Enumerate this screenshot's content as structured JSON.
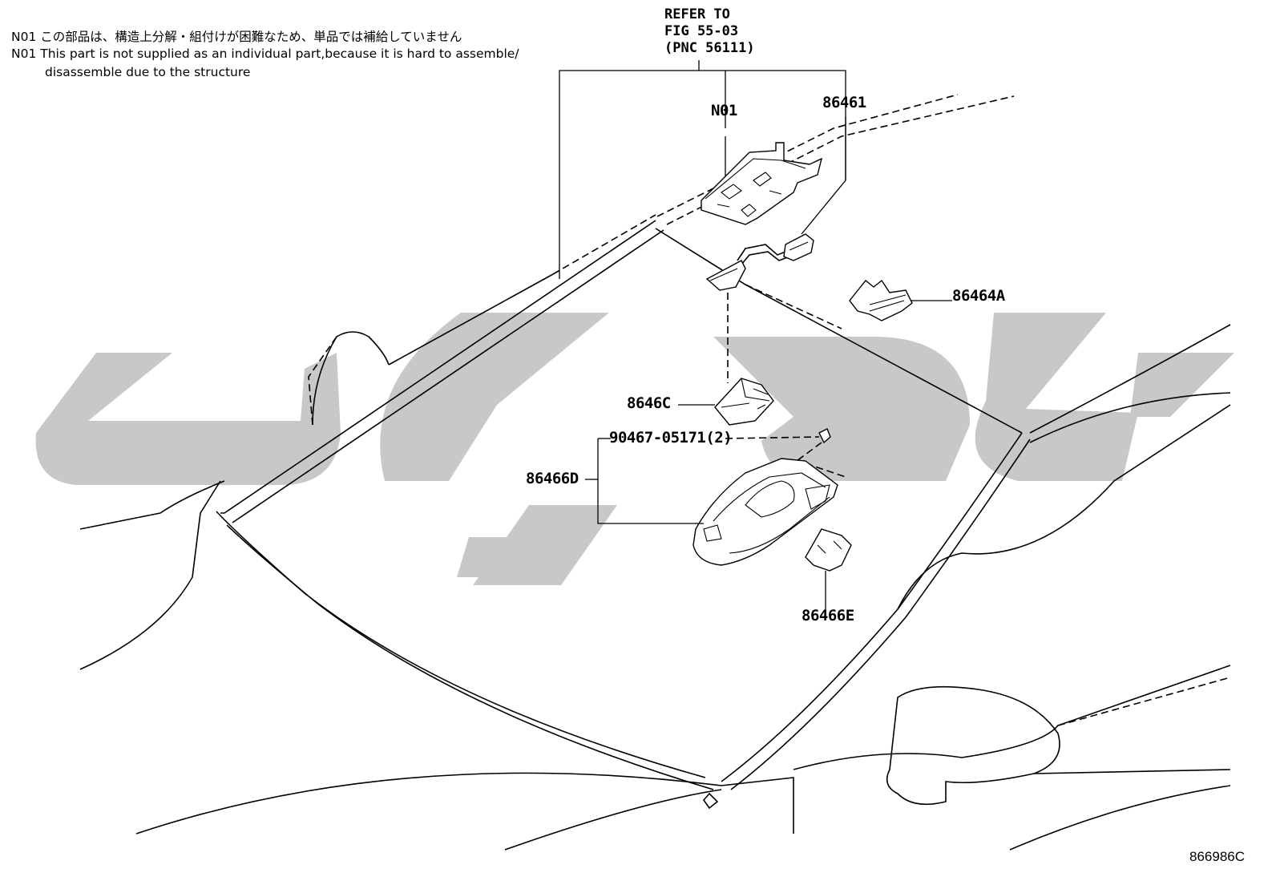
{
  "notes": {
    "jp": "N01 この部品は、構造上分解・組付けが困難なため、単品では補給していません",
    "en_line1": "N01 This part is not supplied as an individual part,because it is hard to assemble/",
    "en_line2": "disassemble due to the structure"
  },
  "reference": {
    "line1": "REFER TO",
    "line2": "FIG 55-03",
    "line3": "(PNC 56111)"
  },
  "callouts": {
    "n01": "N01",
    "p86461": "86461",
    "p86464a": "86464A",
    "p8646c": "8646C",
    "p90467": "90467-05171(2)",
    "p86466d": "86466D",
    "p86466e": "86466E"
  },
  "figure_id": "866986C",
  "watermark": {
    "color": "#c8c8c8"
  }
}
